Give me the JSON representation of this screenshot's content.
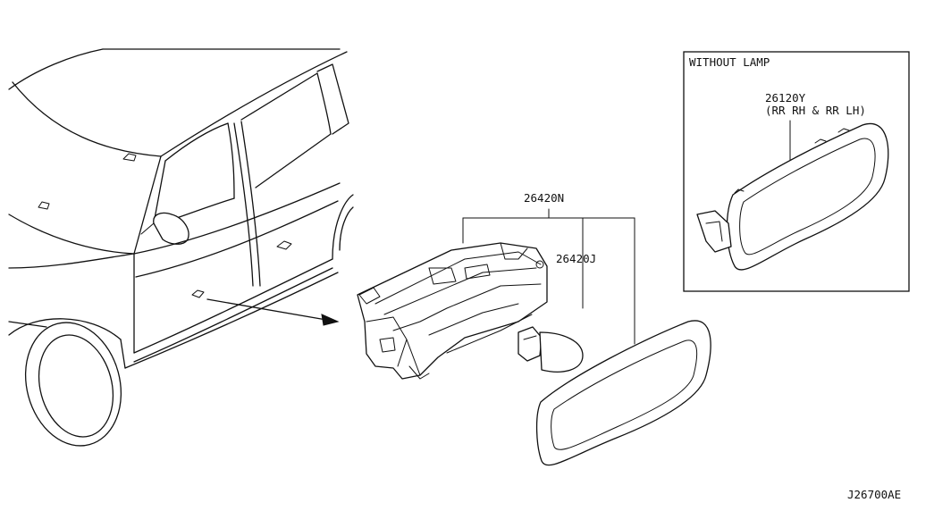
{
  "inset": {
    "title": "WITHOUT LAMP",
    "part_number": "26120Y",
    "part_note": "(RR RH & RR LH)"
  },
  "callouts": {
    "assembly": "26420N",
    "bulb": "26420J"
  },
  "diagram_code": "J26700AE"
}
